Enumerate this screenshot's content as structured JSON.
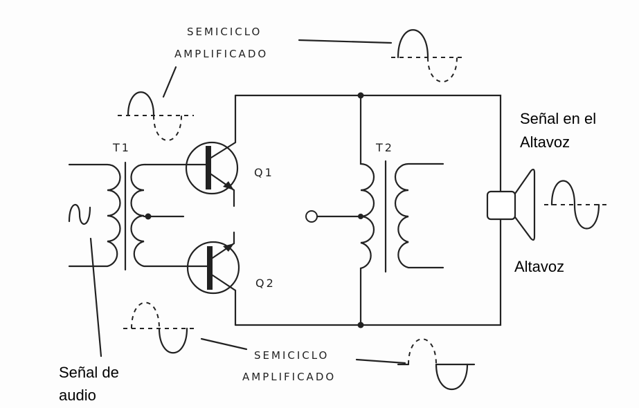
{
  "labels": {
    "top_semiciclo": "SEMICICLO",
    "top_amplificado": "AMPLIFICADO",
    "bottom_semiciclo": "SEMICICLO",
    "bottom_amplificado": "AMPLIFICADO",
    "speaker_signal_line1": "Señal en el",
    "speaker_signal_line2": "Altavoz",
    "speaker": "Altavoz",
    "audio_signal_line1": "Señal de",
    "audio_signal_line2": "audio"
  },
  "components": {
    "t1": "T1",
    "t2": "T2",
    "q1": "Q1",
    "q2": "Q2"
  }
}
